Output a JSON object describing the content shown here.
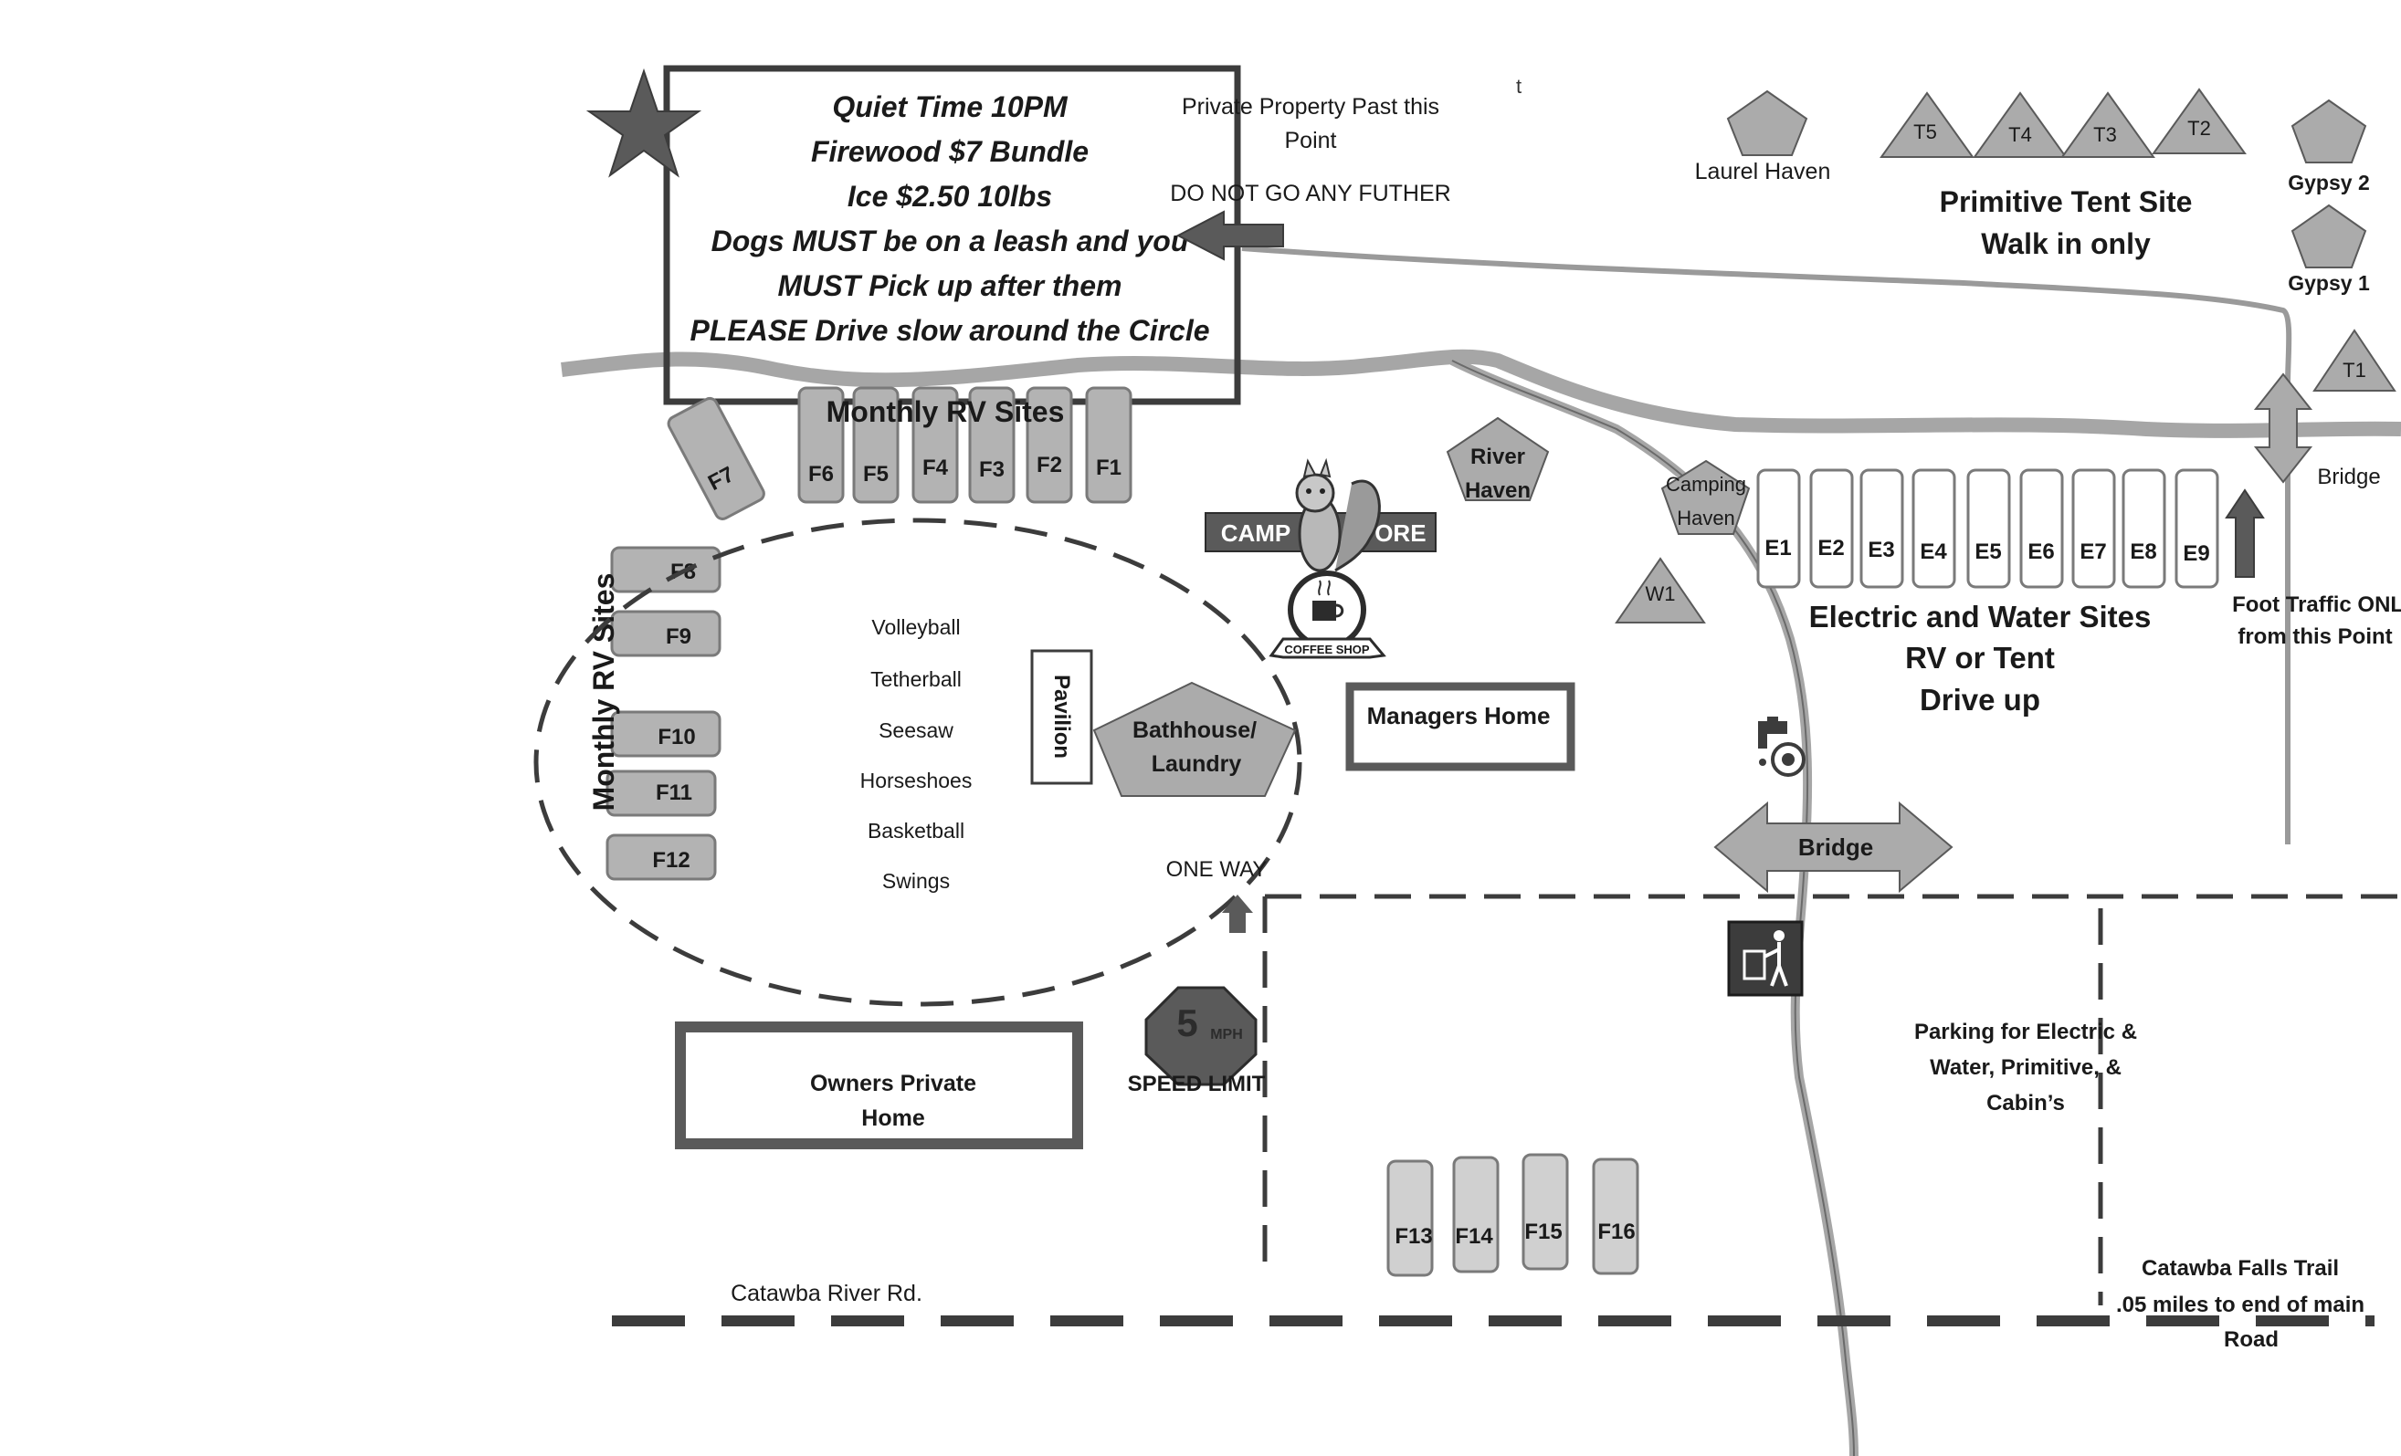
{
  "rules_box": {
    "lines": [
      "Quiet Time 10PM",
      "Firewood $7 Bundle",
      "Ice $2.50 10lbs",
      "Dogs MUST be on a leash and you",
      "MUST Pick up after them",
      "PLEASE Drive slow around the Circle"
    ]
  },
  "private_property": {
    "line1": "Private Property Past this",
    "line2": "Point",
    "line3": "DO NOT GO ANY FUTHER"
  },
  "stray_mark": "t",
  "cabins": {
    "laurel_haven": "Laurel Haven",
    "gypsy2": "Gypsy 2",
    "gypsy1": "Gypsy 1",
    "river_haven_1": "River",
    "river_haven_2": "Haven",
    "camping_haven_1": "Camping",
    "camping_haven_2": "Haven"
  },
  "tent_sites": [
    "T5",
    "T4",
    "T3",
    "T2",
    "T1",
    "W1"
  ],
  "primitive": {
    "line1": "Primitive Tent Site",
    "line2": "Walk in only"
  },
  "monthly_top_label": "Monthly RV Sites",
  "monthly_side_label": "Monthly RV Sites",
  "f_top": [
    "F6",
    "F5",
    "F4",
    "F3",
    "F2",
    "F1"
  ],
  "f7": "F7",
  "f_side": [
    "F8",
    "F9",
    "F10",
    "F11",
    "F12"
  ],
  "f_bottom": [
    "F13",
    "F14",
    "F15",
    "F16"
  ],
  "e_sites": [
    "E1",
    "E2",
    "E3",
    "E4",
    "E5",
    "E6",
    "E7",
    "E8",
    "E9"
  ],
  "electric": {
    "line1": "Electric and Water Sites",
    "line2": "RV or Tent",
    "line3": "Drive up"
  },
  "foot_traffic": {
    "line1": "Foot Traffic ONLY",
    "line2": "from this Point"
  },
  "bridge_top": "Bridge",
  "bridge_mid": "Bridge",
  "activities": [
    "Volleyball",
    "Tetherball",
    "Seesaw",
    "Horseshoes",
    "Basketball",
    "Swings"
  ],
  "pavilion": "Pavilion",
  "bathhouse": {
    "line1": "Bathhouse/",
    "line2": "Laundry"
  },
  "managers_home": "Managers Home",
  "owners_home": {
    "line1": "Owners Private",
    "line2": "Home"
  },
  "one_way": "ONE WAY",
  "speed": {
    "number": "5",
    "unit": "MPH",
    "label": "SPEED LIMIT"
  },
  "camp_store": {
    "left": "CAMP",
    "right": "STORE"
  },
  "coffee_shop": "COFFEE SHOP",
  "parking": {
    "line1": "Parking for Electric &",
    "line2": "Water, Primitive, &",
    "line3": "Cabin’s"
  },
  "road_label": "Catawba River Rd.",
  "trail": {
    "line1": "Catawba Falls Trail",
    "line2": ".05 miles to end of main",
    "line3": "Road"
  },
  "icons": [
    "star-icon",
    "squirrel-icon",
    "coffee-cup-icon",
    "water-spigot-icon",
    "trash-can-icon"
  ],
  "colors": {
    "river": "#a6a6a6",
    "site_fill": "#b3b3b3",
    "dark": "#3c3c3c",
    "sign_fill": "#5a5a5a"
  }
}
